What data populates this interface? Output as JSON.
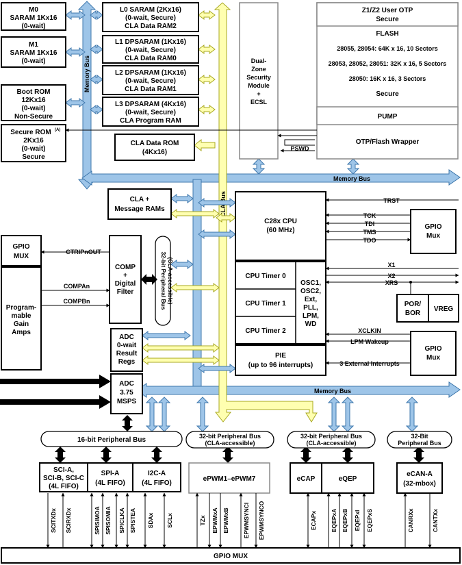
{
  "blocks": {
    "m0": [
      "M0",
      "SARAM 1Kx16",
      "(0-wait)"
    ],
    "m1": [
      "M1",
      "SARAM 1Kx16",
      "(0-wait)"
    ],
    "boot_rom": [
      "Boot ROM",
      "12Kx16",
      "(0-wait)",
      "Non-Secure"
    ],
    "secure_rom": [
      "Secure ROM",
      "2Kx16",
      "(0-wait)",
      "Secure"
    ],
    "secure_rom_note": "(A)",
    "l0": [
      "L0 SARAM (2Kx16)",
      "(0-wait, Secure)",
      "CLA Data RAM2"
    ],
    "l1": [
      "L1 DPSARAM (1Kx16)",
      "(0-wait, Secure)",
      "CLA Data RAM0"
    ],
    "l2": [
      "L2 DPSARAM (1Kx16)",
      "(0-wait, Secure)",
      "CLA Data RAM1"
    ],
    "l3": [
      "L3 DPSARAM (4Kx16)",
      "(0-wait, Secure)",
      "CLA Program RAM"
    ],
    "cla_data_rom": [
      "CLA Data ROM",
      "(4Kx16)"
    ],
    "dual_zone": [
      "Dual-",
      "Zone",
      "Security",
      "Module",
      "+",
      "ECSL"
    ],
    "otp": [
      "Z1/Z2 User OTP",
      "Secure"
    ],
    "flash": [
      "FLASH",
      "28055, 28054: 64K x 16, 10 Sectors",
      "28053, 28052, 28051: 32K x 16, 5 Sectors",
      "28050: 16K x 16, 3 Sectors",
      "Secure"
    ],
    "pump": "PUMP",
    "otp_wrapper": "OTP/Flash Wrapper",
    "pswd": "PSWD",
    "cla_msg": [
      "CLA +",
      "Message RAMs"
    ],
    "gpio_mux_left": [
      "GPIO",
      "MUX"
    ],
    "pga": [
      "Program-",
      "mable",
      "Gain",
      "Amps"
    ],
    "comp": [
      "COMP",
      "+",
      "Digital",
      "Filter"
    ],
    "adc_regs": [
      "ADC",
      "0-wait",
      "Result",
      "Regs"
    ],
    "adc": [
      "ADC",
      "3.75",
      "MSPS"
    ],
    "cpu": [
      "C28x CPU",
      "(60 MHz)"
    ],
    "timer0": "CPU Timer 0",
    "timer1": "CPU Timer 1",
    "timer2": "CPU Timer 2",
    "osc": [
      "OSC1,",
      "OSC2,",
      "Ext,",
      "PLL,",
      "LPM,",
      "WD"
    ],
    "pie": [
      "PIE",
      "(up to 96 interrupts)"
    ],
    "gpio_mux_r1": [
      "GPIO",
      "Mux"
    ],
    "gpio_mux_r2": [
      "GPIO",
      "Mux"
    ],
    "por_bor": [
      "POR/",
      "BOR"
    ],
    "vreg": "VREG",
    "sci": [
      "SCI-A,",
      "SCI-B, SCI-C",
      "(4L FIFO)"
    ],
    "spi": [
      "SPI-A",
      "(4L FIFO)"
    ],
    "i2c": [
      "I2C-A",
      "(4L FIFO)"
    ],
    "epwm": "ePWM1–ePWM7",
    "ecap": "eCAP",
    "eqep": "eQEP",
    "ecan": [
      "eCAN-A",
      "(32-mbox)"
    ],
    "gpio_mux_bottom": "GPIO MUX"
  },
  "buses": {
    "memory_bus_vertical": "Memory Bus",
    "memory_bus_1": "Memory Bus",
    "memory_bus_2": "Memory Bus",
    "cla_bus": "CLA Bus",
    "periph32_vertical": [
      "32-bit Peripheral Bus",
      "(CLA-accessible)"
    ],
    "periph16": "16-bit Peripheral Bus",
    "periph32_a": [
      "32-bit Peripheral Bus",
      "(CLA-accessible)"
    ],
    "periph32_b": [
      "32-bit Peripheral Bus",
      "(CLA-accessible)"
    ],
    "periph32_c": [
      "32-Bit",
      "Peripheral Bus"
    ]
  },
  "signals": {
    "trst": "TRST",
    "tck": "TCK",
    "tdi": "TDI",
    "tms": "TMS",
    "tdo": "TDO",
    "x1": "X1",
    "x2": "X2",
    "xrs": "XRS",
    "xclkin": "XCLKIN",
    "lpm_wakeup": "LPM Wakeup",
    "ext_int": "3 External Interrupts",
    "ctripnout": "CTRIPnOUT",
    "compan": "COMPAn",
    "compbn": "COMPBn"
  },
  "pins": [
    "SCITXDx",
    "SCIRXDx",
    "SPISIMOA",
    "SPISOMIA",
    "SPICLKA",
    "SPISTEA",
    "SDAx",
    "SCLx",
    "TZx",
    "EPWMxA",
    "EPWMxB",
    "EPWMSYNCI",
    "EPWMSYNCO",
    "ECAPx",
    "EQEPxA",
    "EQEPxB",
    "EQEPxI",
    "EQEPxS",
    "CANRXx",
    "CANTXx"
  ]
}
